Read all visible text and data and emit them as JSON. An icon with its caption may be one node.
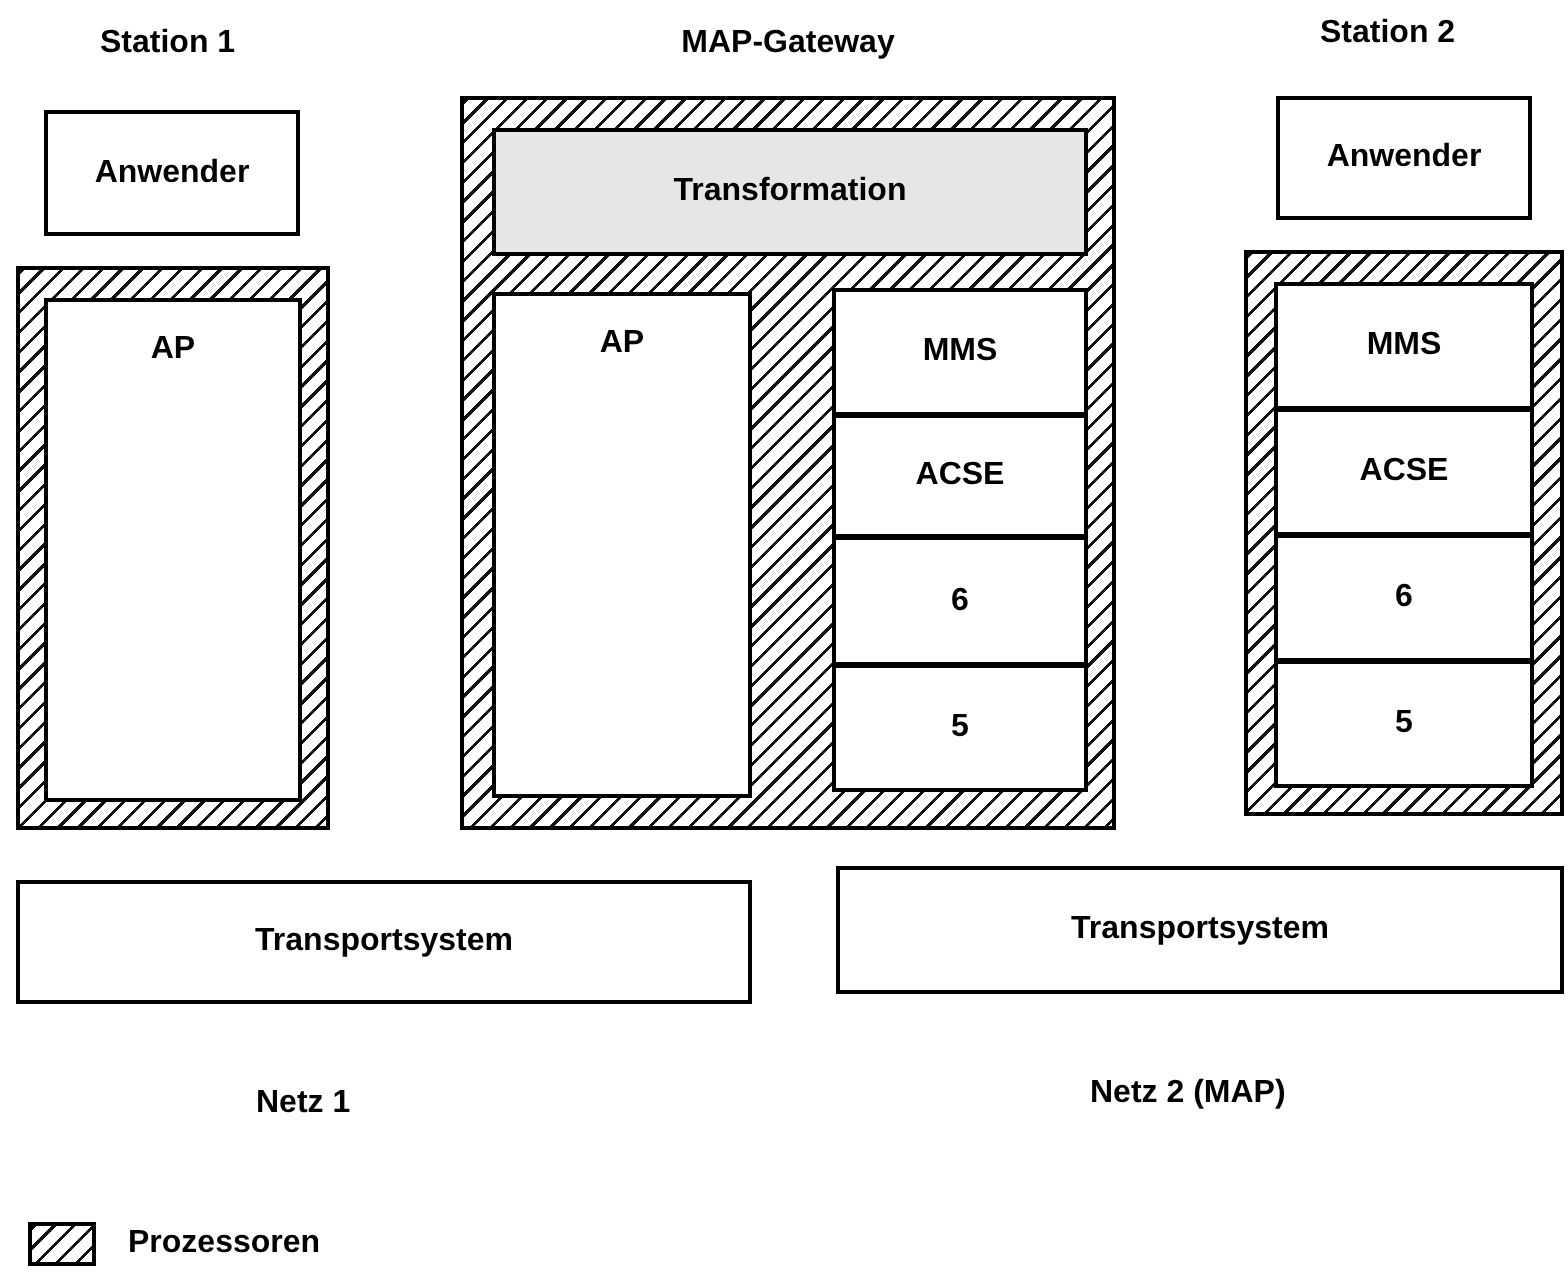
{
  "diagram": {
    "nodes": [
      {
        "text": [
          "Anwender"
        ]
      },
      {
        "text": [],
        "shape": "box"
      },
      {
        "text": [
          "AP"
        ],
        "in": 1
      },
      {
        "text": [
          "MAP-Gateway"
        ]
      },
      {
        "text": [
          "Transformation"
        ],
        "in": 3
      },
      {
        "text": [
          "AP"
        ],
        "in": 3
      },
      {
        "text": [
          "MMS"
        ],
        "in": 3
      },
      {
        "text": [
          "ACSE"
        ],
        "in": 3
      },
      {
        "text": [
          "6"
        ],
        "in": 3
      },
      {
        "text": [
          "5"
        ],
        "in": 3
      },
      {
        "text": [
          "Anwender"
        ]
      },
      {
        "text": [],
        "shape": "box"
      },
      {
        "text": [
          "MMS"
        ],
        "in": 11
      },
      {
        "text": [
          "ACSE"
        ],
        "in": 11
      },
      {
        "text": [
          "6"
        ],
        "in": 11
      },
      {
        "text": [
          "5"
        ],
        "in": 11
      },
      {
        "text": [
          "Transportsystem"
        ]
      },
      {
        "text": [
          "Transportsystem"
        ]
      }
    ],
    "edges": [],
    "labels": [
      "Station 1",
      "Station 2",
      "Netz 1",
      "Netz 2 (MAP)"
    ],
    "legend": [
      {
        "text": "Prozessoren"
      }
    ]
  }
}
